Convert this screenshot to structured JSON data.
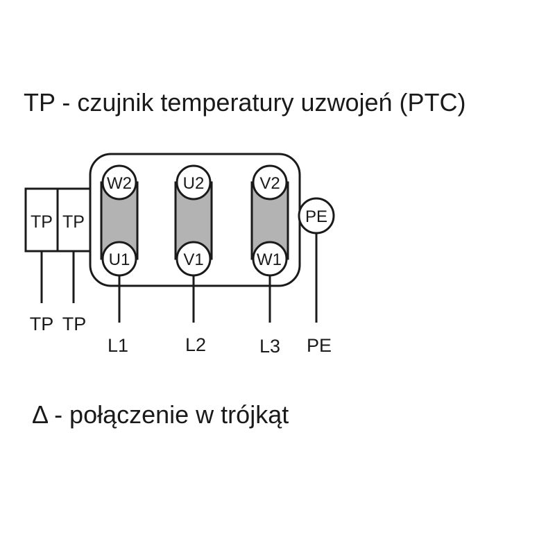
{
  "title": "TP - czujnik temperatury uzwojeń (PTC)",
  "footer": {
    "symbol": "Δ",
    "text": " - połączenie w trójkąt"
  },
  "sensors": {
    "box_labels": [
      "TP",
      "TP"
    ],
    "lead_labels": [
      "TP",
      "TP"
    ]
  },
  "windings": [
    {
      "top": "W2",
      "bottom": "U1",
      "line": "L1"
    },
    {
      "top": "U2",
      "bottom": "V1",
      "line": "L2"
    },
    {
      "top": "V2",
      "bottom": "W1",
      "line": "L3"
    }
  ],
  "earth": {
    "terminal": "PE",
    "line": "PE"
  },
  "colors": {
    "ink": "#1a1a1a",
    "link_fill": "#b3b3b3",
    "background": "#ffffff"
  }
}
